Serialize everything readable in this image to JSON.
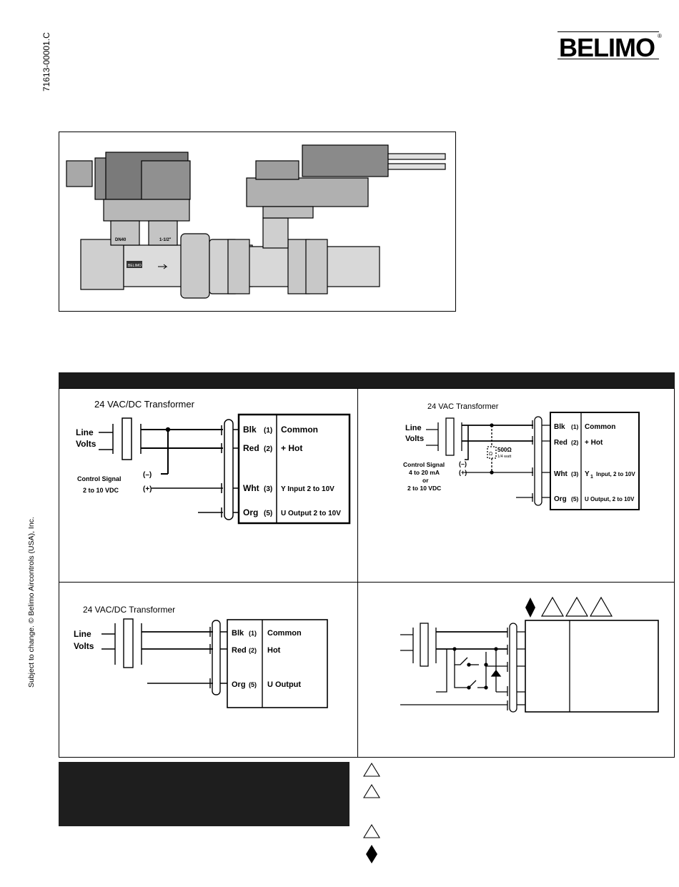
{
  "doc_code": "71613-00001.C",
  "side_note": "Subject to change. © Belimo Aircontrols (USA), Inc.",
  "brand": "BELIMO",
  "photo": {
    "tag_left": "DN40",
    "tag_right": "1-1/2\"",
    "tag_body": "BELIMO"
  },
  "diagram1": {
    "transformer": "24 VAC/DC Transformer",
    "line1": "Line",
    "line2": "Volts",
    "ctrl1": "Control Signal",
    "ctrl2": "2 to 10 VDC",
    "minus": "(–)",
    "plus": "(+)",
    "wires": [
      {
        "color": "Blk",
        "num": "(1)",
        "func": "Common"
      },
      {
        "color": "Red",
        "num": "(2)",
        "func": "+ Hot"
      },
      {
        "color": "Wht",
        "num": "(3)",
        "func": "Y Input 2 to 10V"
      },
      {
        "color": "Org",
        "num": "(5)",
        "func": "U Output 2 to 10V"
      }
    ]
  },
  "diagram2": {
    "transformer": "24 VAC Transformer",
    "line1": "Line",
    "line2": "Volts",
    "ctrl1": "Control Signal",
    "ctrl2": "4 to 20 mA",
    "ctrl3": "or",
    "ctrl4": "2 to 10 VDC",
    "minus": "(–)",
    "plus": "(+)",
    "resistor": "500Ω",
    "resistor_sub": "1/4 watt",
    "ohm": "Ω",
    "wires": [
      {
        "color": "Blk",
        "num": "(1)",
        "func": "Common"
      },
      {
        "color": "Red",
        "num": "(2)",
        "func": "+ Hot"
      },
      {
        "color": "Wht",
        "num": "(3)",
        "func_pre": "Y",
        "func_sub": "1",
        "func": "Input, 2 to 10V"
      },
      {
        "color": "Org",
        "num": "(5)",
        "func": "U Output, 2 to 10V"
      }
    ]
  },
  "diagram3": {
    "transformer": "24 VAC/DC Transformer",
    "line1": "Line",
    "line2": "Volts",
    "wires": [
      {
        "color": "Blk",
        "num": "(1)",
        "func": "Common"
      },
      {
        "color": "Red",
        "num": "(2)",
        "func": "Hot"
      },
      {
        "color": "Org",
        "num": "(5)",
        "func": "U Output"
      }
    ]
  }
}
